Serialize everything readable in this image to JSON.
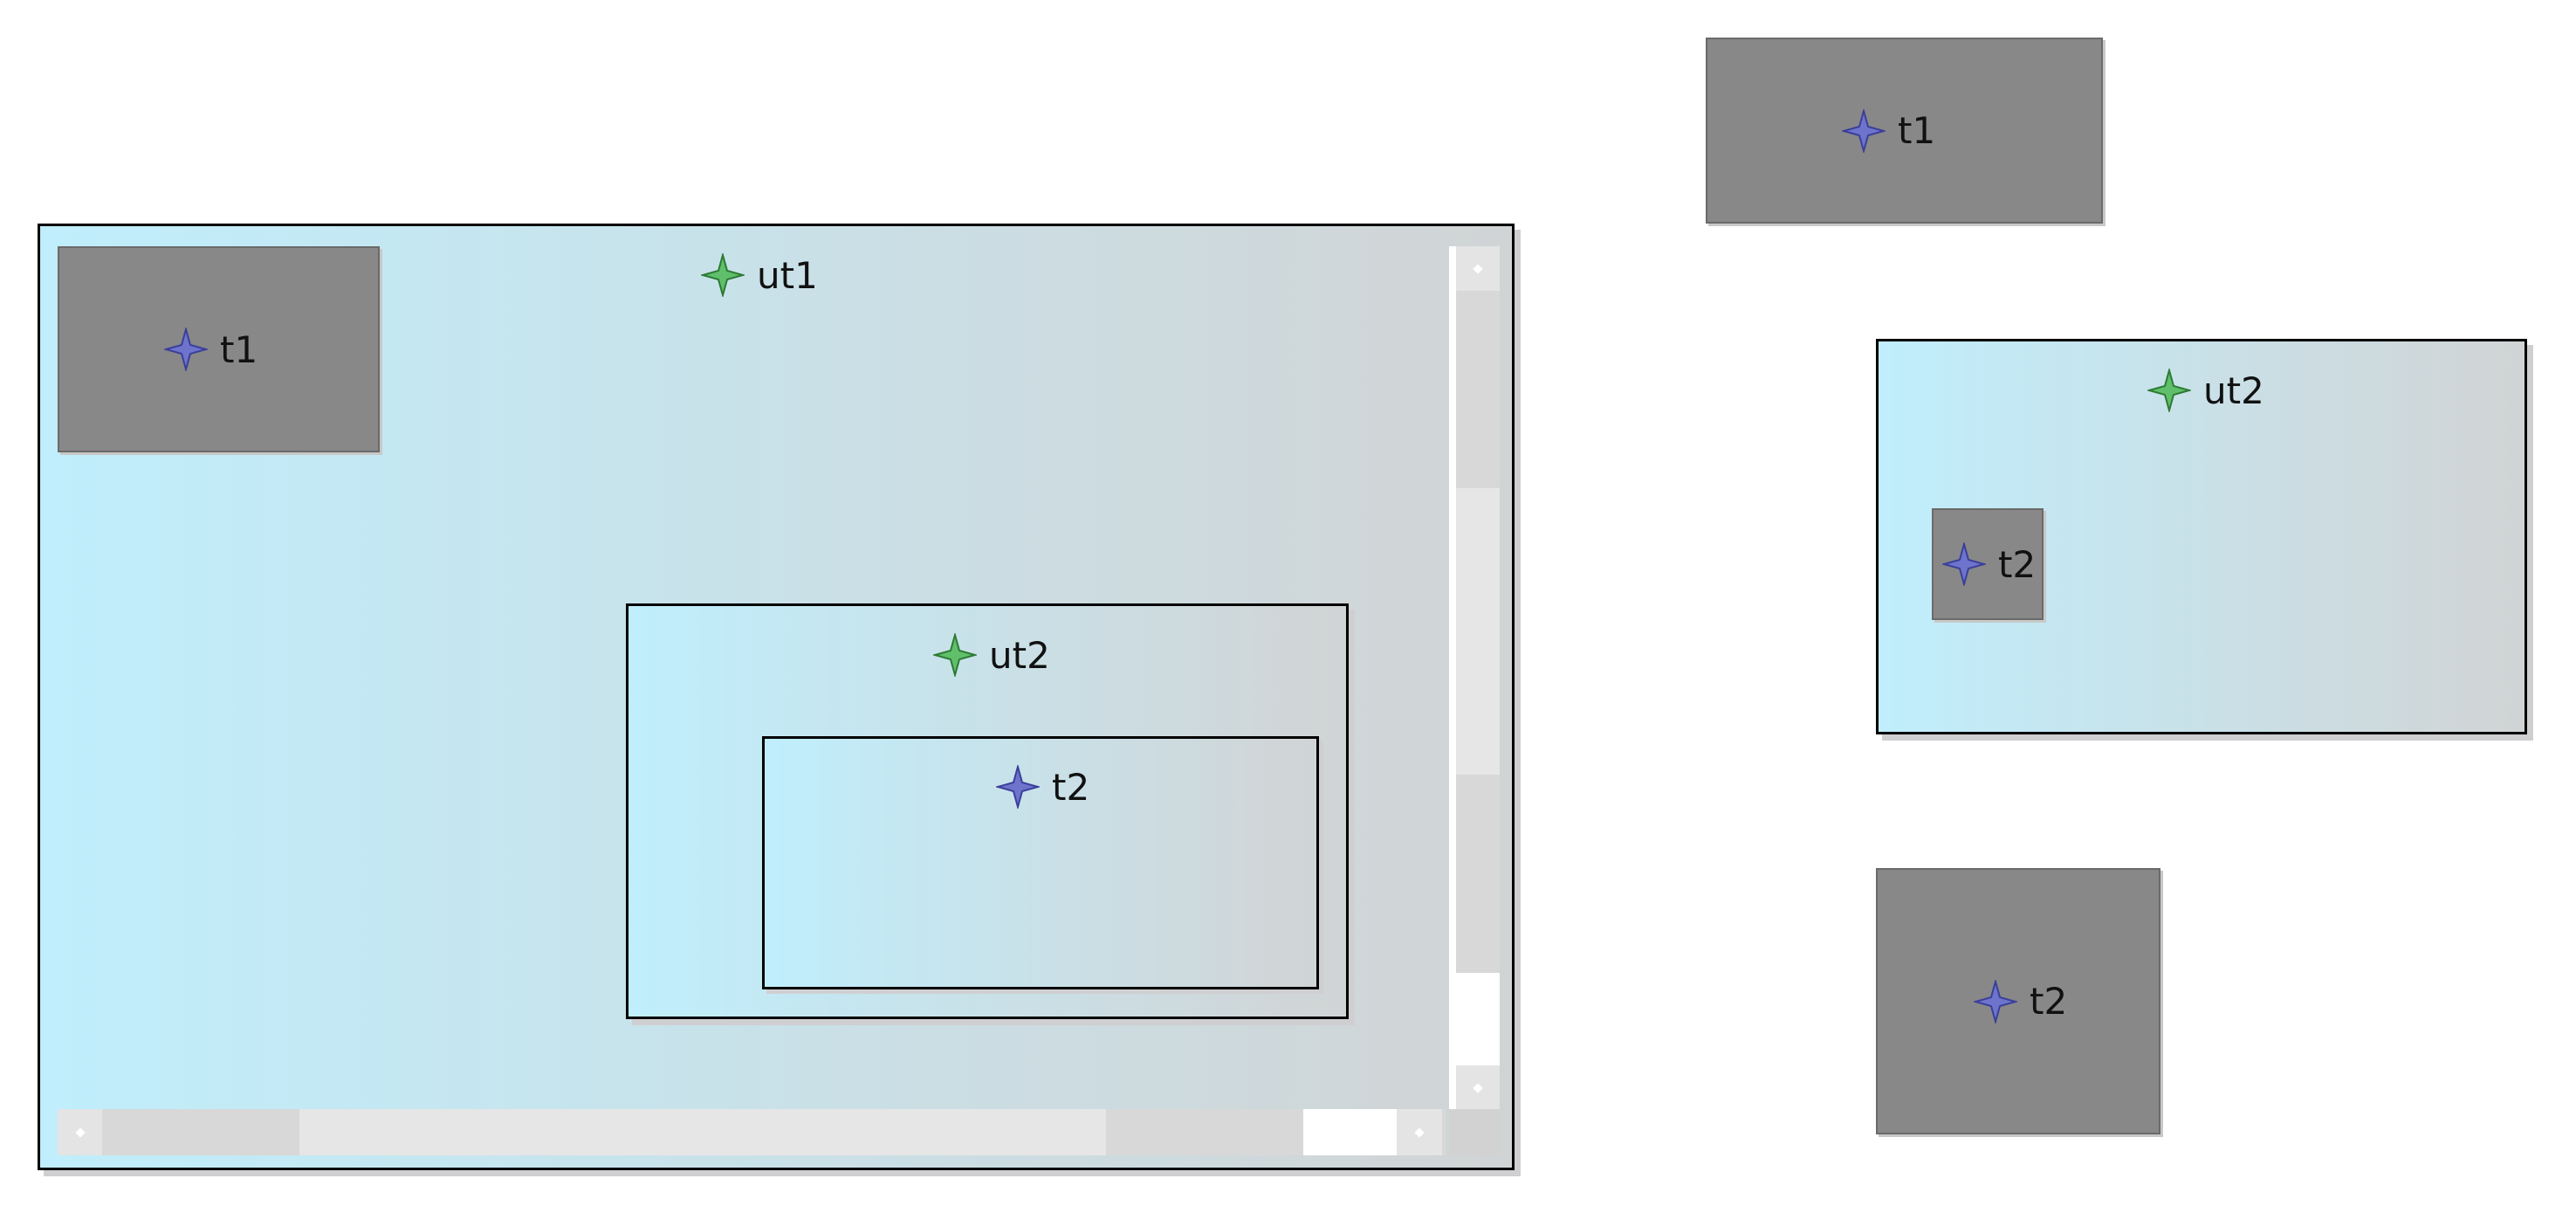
{
  "colors": {
    "usecase_icon": "#3f9a3f",
    "task_icon": "#5a5fc0",
    "gray_box": "#888888"
  },
  "nodes": {
    "t1_top": {
      "label": "t1",
      "icon": "task-star-icon"
    },
    "ut1": {
      "label": "ut1",
      "icon": "usecase-star-icon"
    },
    "ut1_t1": {
      "label": "t1",
      "icon": "task-star-icon"
    },
    "ut1_ut2": {
      "label": "ut2",
      "icon": "usecase-star-icon"
    },
    "ut1_ut2_t2": {
      "label": "t2",
      "icon": "task-star-icon"
    },
    "ut2_right": {
      "label": "ut2",
      "icon": "usecase-star-icon"
    },
    "ut2_right_t2": {
      "label": "t2",
      "icon": "task-star-icon"
    },
    "t2_bottom": {
      "label": "t2",
      "icon": "task-star-icon"
    }
  }
}
